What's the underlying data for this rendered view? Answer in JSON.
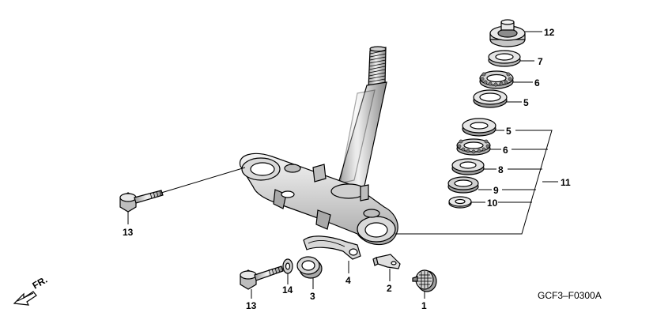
{
  "diagram_code": "GCF3–F0300A",
  "front_marker": "FR.",
  "callouts": [
    {
      "id": "c12",
      "label": "12"
    },
    {
      "id": "c7",
      "label": "7"
    },
    {
      "id": "c6a",
      "label": "6"
    },
    {
      "id": "c5a",
      "label": "5"
    },
    {
      "id": "c5b",
      "label": "5"
    },
    {
      "id": "c6b",
      "label": "6"
    },
    {
      "id": "c8",
      "label": "8"
    },
    {
      "id": "c9",
      "label": "9"
    },
    {
      "id": "c10",
      "label": "10"
    },
    {
      "id": "c11",
      "label": "11"
    },
    {
      "id": "c13a",
      "label": "13"
    },
    {
      "id": "c13b",
      "label": "13"
    },
    {
      "id": "c14",
      "label": "14"
    },
    {
      "id": "c3",
      "label": "3"
    },
    {
      "id": "c4",
      "label": "4"
    },
    {
      "id": "c2",
      "label": "2"
    },
    {
      "id": "c1",
      "label": "1"
    }
  ],
  "colors": {
    "ink": "#000000",
    "shade": "#bdbdbd",
    "light": "#e6e6e6",
    "paper": "#ffffff"
  }
}
